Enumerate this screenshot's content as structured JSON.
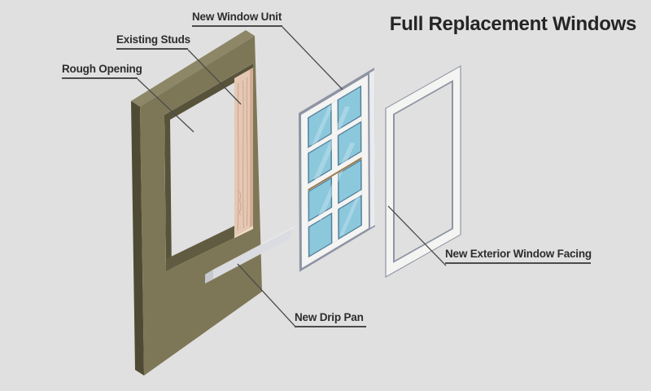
{
  "title": "Full Replacement Windows",
  "labels": {
    "rough_opening": "Rough Opening",
    "existing_studs": "Existing Studs",
    "new_window_unit": "New Window Unit",
    "new_drip_pan": "New Drip Pan",
    "new_exterior_window_facing": "New Exterior Window Facing"
  },
  "colors": {
    "background": "#e0e0e0",
    "wall_front": "#7e7757",
    "wall_top": "#8d8667",
    "wall_side": "#4f4a33",
    "wall_reveal": "#57523a",
    "wall_sill": "#615c41",
    "stud": "#e5c8b4",
    "stud_grain": "#c39c85",
    "stud_shade": "#d3ab95",
    "stud_end": "#f0ddc9",
    "frame_white": "#f4f4f2",
    "frame_side": "#e9ebed",
    "frame_shadow": "#8e94a4",
    "glass": "#8cc8dc",
    "glass_edge": "#54809c",
    "glass_light": "#c2e2ee",
    "rail_tan": "#9b7748",
    "pan_top": "#f4f5f7",
    "pan_front": "#dadce1",
    "pan_end": "#c6c8cf",
    "leader": "#4b4b4b",
    "text": "#2d2d2d"
  }
}
